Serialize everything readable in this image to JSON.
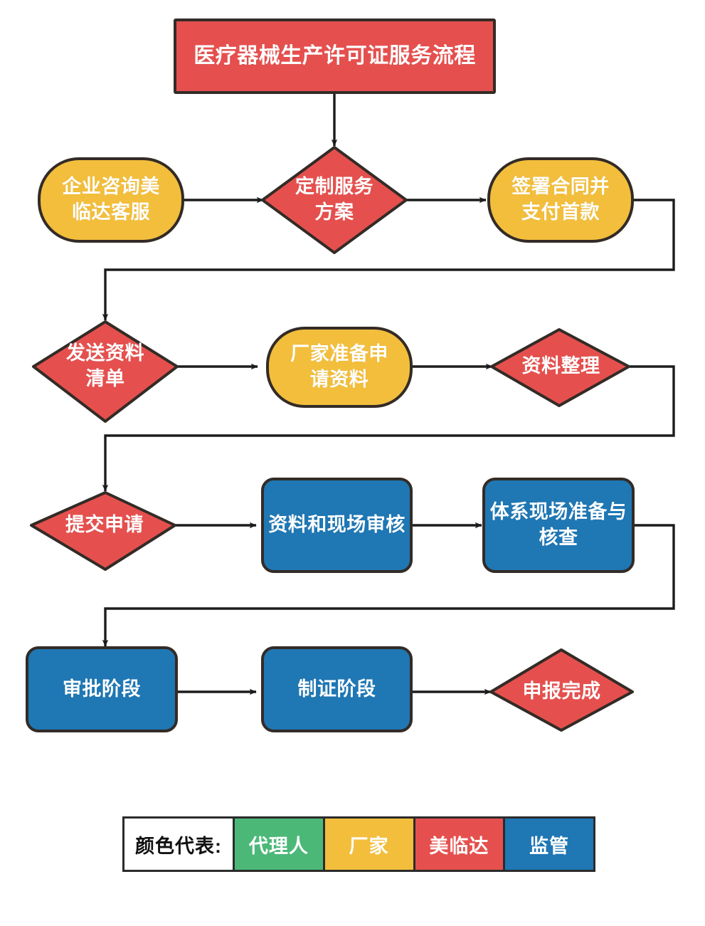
{
  "diagram": {
    "title": "医疗器械生产许可证服务流程",
    "nodes": [
      {
        "id": "title",
        "label": "医疗器械生产许可证服务流程",
        "shape": "rect",
        "color": "#E5504E",
        "lines": [
          "医疗器械生产许可证服务流程"
        ]
      },
      {
        "id": "n1",
        "label": "企业咨询美临达客服",
        "shape": "rounded",
        "color": "#F2BE3C",
        "lines": [
          "企业咨询美",
          "临达客服"
        ]
      },
      {
        "id": "n2",
        "label": "定制服务方案",
        "shape": "diamond",
        "color": "#E5504E",
        "lines": [
          "定制服务",
          "方案"
        ]
      },
      {
        "id": "n3",
        "label": "签署合同并支付首款",
        "shape": "rounded",
        "color": "#F2BE3C",
        "lines": [
          "签署合同并",
          "支付首款"
        ]
      },
      {
        "id": "n4",
        "label": "发送资料清单",
        "shape": "diamond",
        "color": "#E5504E",
        "lines": [
          "发送资料",
          "清单"
        ]
      },
      {
        "id": "n5",
        "label": "厂家准备申请资料",
        "shape": "rounded",
        "color": "#F2BE3C",
        "lines": [
          "厂家准备申",
          "请资料"
        ]
      },
      {
        "id": "n6",
        "label": "资料整理",
        "shape": "diamond",
        "color": "#E5504E",
        "lines": [
          "资料整理"
        ]
      },
      {
        "id": "n7",
        "label": "提交申请",
        "shape": "diamond",
        "color": "#E5504E",
        "lines": [
          "提交申请"
        ]
      },
      {
        "id": "n8",
        "label": "资料和现场审核",
        "shape": "rounded",
        "color": "#1F77B4",
        "lines": [
          "资料和现场审核"
        ]
      },
      {
        "id": "n9",
        "label": "体系现场准备与核查",
        "shape": "rounded",
        "color": "#1F77B4",
        "lines": [
          "体系现场准备与",
          "核查"
        ]
      },
      {
        "id": "n10",
        "label": "审批阶段",
        "shape": "rounded",
        "color": "#1F77B4",
        "lines": [
          "审批阶段"
        ]
      },
      {
        "id": "n11",
        "label": "制证阶段",
        "shape": "rounded",
        "color": "#1F77B4",
        "lines": [
          "制证阶段"
        ]
      },
      {
        "id": "n12",
        "label": "申报完成",
        "shape": "diamond",
        "color": "#E5504E",
        "lines": [
          "申报完成"
        ]
      }
    ],
    "edges": [
      {
        "from": "title",
        "to": "n2"
      },
      {
        "from": "n1",
        "to": "n2"
      },
      {
        "from": "n2",
        "to": "n3"
      },
      {
        "from": "n3",
        "to": "n4"
      },
      {
        "from": "n4",
        "to": "n5"
      },
      {
        "from": "n5",
        "to": "n6"
      },
      {
        "from": "n6",
        "to": "n7"
      },
      {
        "from": "n7",
        "to": "n8"
      },
      {
        "from": "n8",
        "to": "n9"
      },
      {
        "from": "n9",
        "to": "n10"
      },
      {
        "from": "n10",
        "to": "n11"
      },
      {
        "from": "n11",
        "to": "n12"
      }
    ]
  },
  "legend": {
    "label": "颜色代表:",
    "items": [
      {
        "name": "代理人",
        "color": "#4CB878"
      },
      {
        "name": "厂家",
        "color": "#F2BE3C"
      },
      {
        "name": "美临达",
        "color": "#E5504E"
      },
      {
        "name": "监管",
        "color": "#1F77B4"
      }
    ]
  },
  "colors": {
    "red": "#E5504E",
    "yellow": "#F2BE3C",
    "blue": "#1F77B4",
    "green": "#4CB878",
    "stroke": "#2B2B2B",
    "background": "#FFFFFF"
  }
}
